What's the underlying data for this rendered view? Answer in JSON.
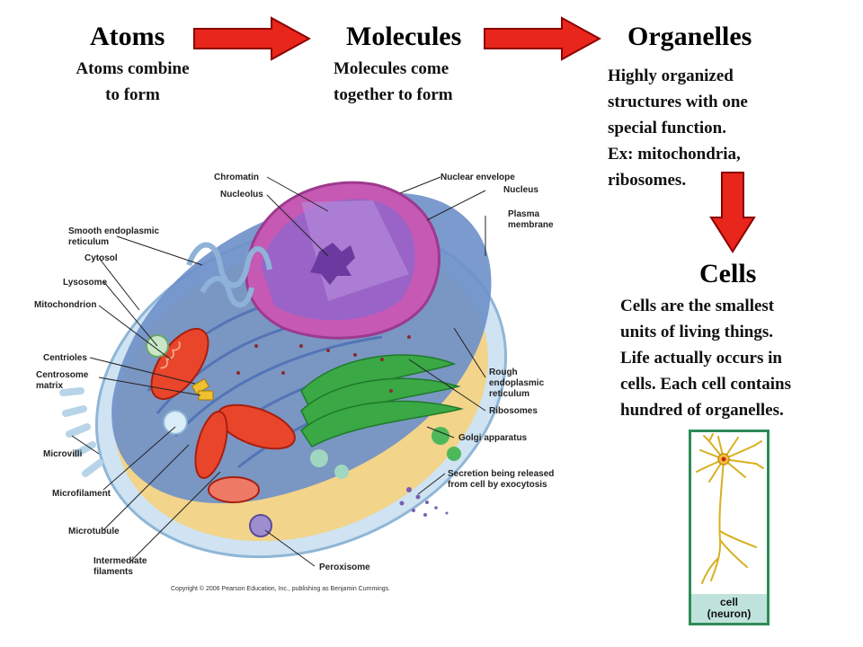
{
  "flow": {
    "atoms": {
      "title": "Atoms",
      "desc_line1": "Atoms combine",
      "desc_line2": "to form"
    },
    "molecules": {
      "title": "Molecules",
      "desc_line1": "Molecules come",
      "desc_line2": "together to form"
    },
    "organelles": {
      "title": "Organelles",
      "desc_lines": [
        "Highly organized",
        "structures with one",
        "special function.",
        "Ex: mitochondria,",
        "ribosomes."
      ]
    },
    "cells": {
      "title": "Cells",
      "desc_lines": [
        "Cells are the smallest",
        "units of living things.",
        "Life actually occurs in",
        "cells. Each cell contains",
        "hundred of organelles."
      ]
    }
  },
  "diagram": {
    "labels_left": {
      "smooth_er": "Smooth endoplasmic\nreticulum",
      "cytosol": "Cytosol",
      "lysosome": "Lysosome",
      "mitochondrion": "Mitochondrion",
      "centrioles": "Centrioles",
      "centrosome_matrix": "Centrosome\nmatrix",
      "microvilli": "Microvilli",
      "microfilament": "Microfilament",
      "microtubule": "Microtubule",
      "intermediate_filaments": "Intermediate\nfilaments"
    },
    "labels_top": {
      "chromatin": "Chromatin",
      "nucleolus": "Nucleolus"
    },
    "labels_right": {
      "nuclear_envelope": "Nuclear envelope",
      "nucleus": "Nucleus",
      "plasma_membrane": "Plasma\nmembrane",
      "rough_er": "Rough\nendoplasmic\nreticulum",
      "ribosomes": "Ribosomes",
      "golgi": "Golgi apparatus",
      "secretion": "Secretion being released\nfrom cell by exocytosis",
      "peroxisome": "Peroxisome"
    },
    "copyright": "Copyright © 2006 Pearson Education, Inc., publishing as Benjamin Cummings."
  },
  "neuron": {
    "caption_line1": "cell",
    "caption_line2": "(neuron)"
  },
  "colors": {
    "arrow_fill": "#e8261c",
    "arrow_stroke": "#8b0000",
    "panel_border": "#2e8b57"
  }
}
